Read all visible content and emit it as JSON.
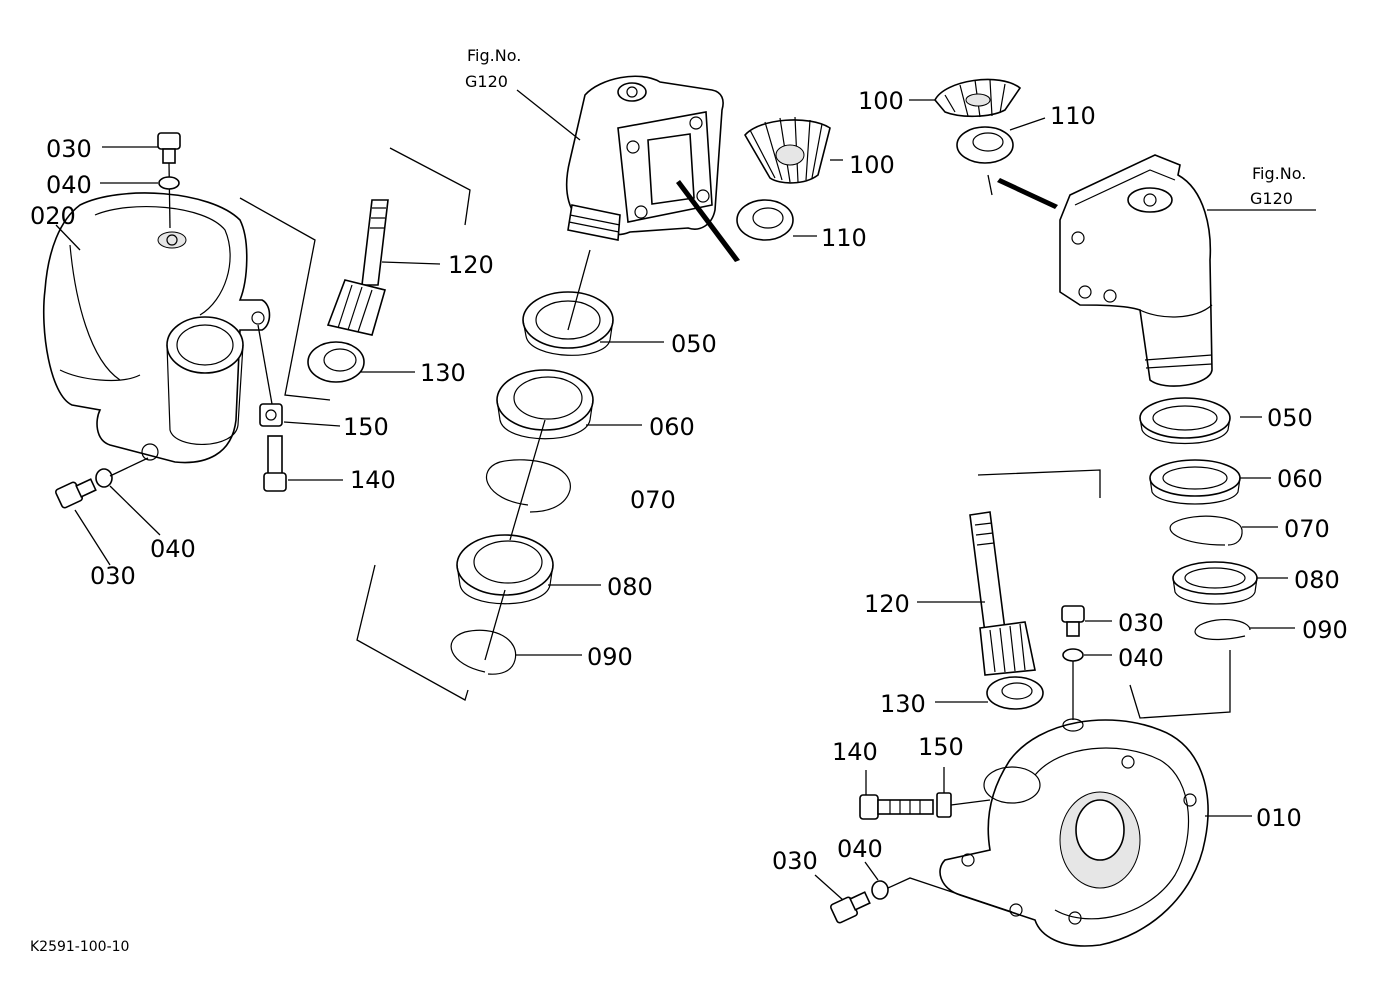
{
  "diagram": {
    "code": "K2591-100-10",
    "fig_refs": [
      {
        "line1": "Fig.No.",
        "line2": "G120"
      },
      {
        "line1": "Fig.No.",
        "line2": "G120"
      }
    ],
    "callouts": [
      "030",
      "040",
      "020",
      "030",
      "040",
      "120",
      "130",
      "150",
      "140",
      "050",
      "060",
      "070",
      "080",
      "090",
      "100",
      "110",
      "100",
      "110",
      "050",
      "060",
      "070",
      "080",
      "090",
      "120",
      "030",
      "040",
      "130",
      "140",
      "150",
      "010",
      "030",
      "040"
    ]
  }
}
